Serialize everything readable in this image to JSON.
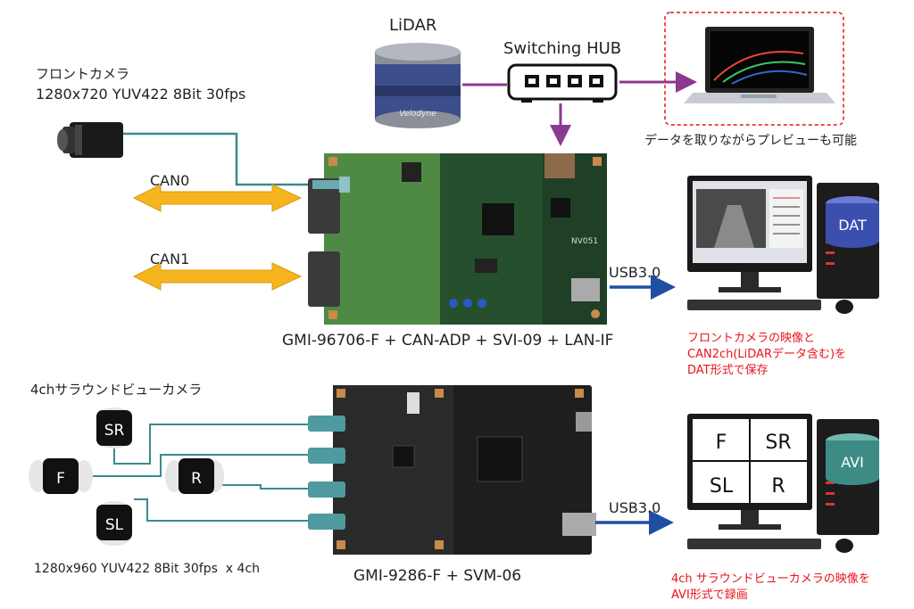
{
  "top_section": {
    "front_camera_title": "フロントカメラ",
    "front_camera_spec": "1280x720 YUV422 8Bit 30fps",
    "lidar_label": "LiDAR",
    "lidar_brand": "Velodyne",
    "hub_label": "Switching HUB",
    "preview_caption": "データを取りながらプレビューも可能",
    "can0_label": "CAN0",
    "can1_label": "CAN1",
    "usb_label": "USB3.0",
    "board_caption": "GMI-96706-F + CAN-ADP + SVI-09 + LAN-IF",
    "board_chip_label": "NV051",
    "pc_disk_label": "DAT",
    "save_note": [
      "フロントカメラの映像と",
      "CAN2ch(LiDARデータ含む)を",
      "DAT形式で保存"
    ]
  },
  "bottom_section": {
    "surround_title": "4chサラウンドビューカメラ",
    "cameras": [
      "SR",
      "F",
      "R",
      "SL"
    ],
    "camera_spec": "1280x960 YUV422 8Bit 30fps  x 4ch",
    "usb_label": "USB3.0",
    "board_caption": "GMI-9286-F + SVM-06",
    "monitor_quadrants": [
      "F",
      "SR",
      "SL",
      "R"
    ],
    "pc_disk_label": "AVI",
    "save_note": [
      "4ch サラウンドビューカメラの映像を",
      "AVI形式で録画"
    ]
  },
  "colors": {
    "can_arrow": "#f6b51e",
    "ethernet_arrow": "#8b3a8f",
    "usb_arrow": "#1f4fa3",
    "camera_cable": "#3a8a8c",
    "note_red": "#e8141c",
    "preview_box": "#e8141c"
  }
}
